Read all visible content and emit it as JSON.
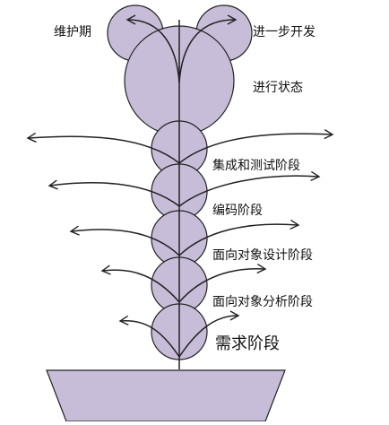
{
  "diagram": {
    "colors": {
      "fill": "#c7bdd8",
      "stroke": "#222222",
      "background": "#ffffff"
    },
    "labels": {
      "maintenance": "维护期",
      "further_development": "进一步开发",
      "in_progress": "进行状态",
      "integration_testing": "集成和测试阶段",
      "coding": "编码阶段",
      "oo_design": "面向对象设计阶段",
      "oo_analysis": "面向对象分析阶段",
      "requirements": "需求阶段"
    }
  }
}
